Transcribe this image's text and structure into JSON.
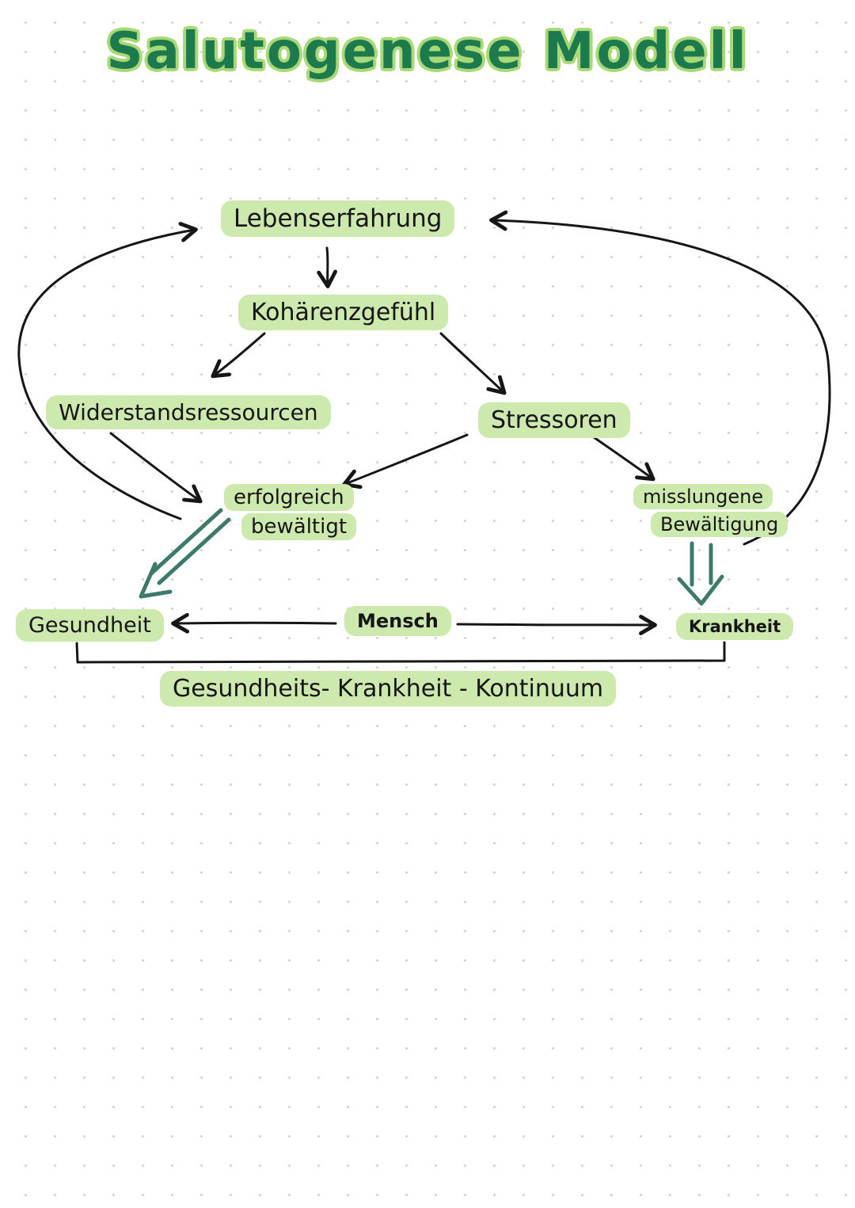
{
  "title": "Salutogenese Modell",
  "nodes": {
    "lebenserfahrung": "Lebenserfahrung",
    "kohaerenzgefuehl": "Kohärenzgefühl",
    "widerstandsressourcen": "Widerstandsressourcen",
    "stressoren": "Stressoren",
    "erfolgreich_line1": "erfolgreich",
    "erfolgreich_line2": "bewältigt",
    "misslungen_line1": "misslungene",
    "misslungen_line2": "Bewältigung",
    "gesundheit": "Gesundheit",
    "mensch": "Mensch",
    "krankheit": "Krankheit",
    "kontinuum": "Gesundheits- Krankheit - Kontinuum"
  },
  "edges": [
    {
      "from": "Lebenserfahrung",
      "to": "Kohärenzgefühl",
      "style": "single"
    },
    {
      "from": "Kohärenzgefühl",
      "to": "Widerstandsressourcen",
      "style": "single"
    },
    {
      "from": "Kohärenzgefühl",
      "to": "Stressoren",
      "style": "single"
    },
    {
      "from": "Widerstandsressourcen",
      "to": "erfolgreich bewältigt",
      "style": "single"
    },
    {
      "from": "Stressoren",
      "to": "erfolgreich bewältigt",
      "style": "single"
    },
    {
      "from": "Stressoren",
      "to": "misslungene Bewältigung",
      "style": "single"
    },
    {
      "from": "erfolgreich bewältigt",
      "to": "Lebenserfahrung",
      "style": "curved"
    },
    {
      "from": "misslungene Bewältigung",
      "to": "Lebenserfahrung",
      "style": "curved"
    },
    {
      "from": "erfolgreich bewältigt",
      "to": "Gesundheit",
      "style": "double"
    },
    {
      "from": "misslungene Bewältigung",
      "to": "Krankheit",
      "style": "double"
    },
    {
      "from": "Mensch",
      "to": "Gesundheit",
      "style": "single"
    },
    {
      "from": "Mensch",
      "to": "Krankheit",
      "style": "single"
    }
  ],
  "colors": {
    "title": "#1c7a4c",
    "title_outline": "#a9d977",
    "highlight": "#cde9ae",
    "ink": "#161616",
    "double_arrow": "#3e7a6c"
  }
}
